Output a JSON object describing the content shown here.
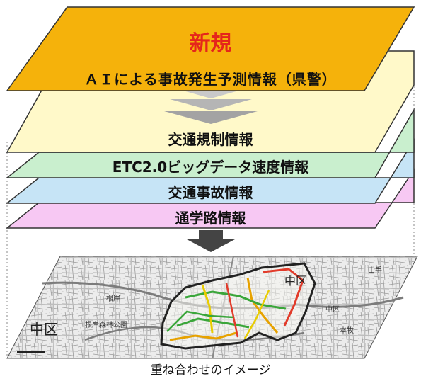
{
  "layers": {
    "ai": {
      "badge": "新規",
      "label": "ＡＩによる事故発生予測情報（県警）",
      "fill": "#f5b20b",
      "badge_color": "#e5261b"
    },
    "regulation": {
      "label": "交通規制情報",
      "fill": "#fff9c9"
    },
    "etc": {
      "label": "ETC2.0ビッグデータ速度情報",
      "fill": "#c9efce"
    },
    "accident": {
      "label": "交通事故情報",
      "fill": "#c6e4f6"
    },
    "school": {
      "label": "通学路情報",
      "fill": "#f7c8f3"
    }
  },
  "map": {
    "district_label_left": "中区",
    "district_label_right": "中区",
    "place_labels": [
      "山手",
      "根岸森林公園",
      "根岸",
      "中区",
      "本牧"
    ]
  },
  "caption": "重ね合わせのイメージ"
}
